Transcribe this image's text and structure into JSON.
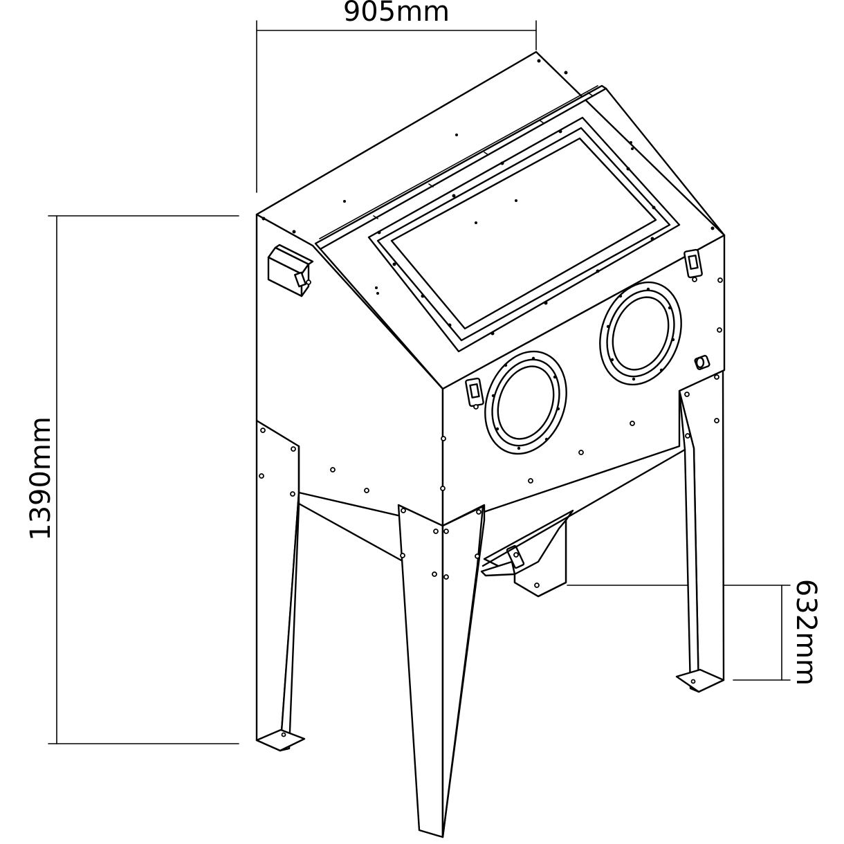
{
  "dimensions": {
    "width_label": "905mm",
    "height_label": "1390mm",
    "clearance_label": "632mm"
  },
  "colors": {
    "line": "#000000",
    "background": "#ffffff"
  },
  "parts": {
    "icons": [
      "power-switch-icon",
      "clamp-latch-icon",
      "hinge-icon",
      "air-inlet-icon"
    ]
  }
}
